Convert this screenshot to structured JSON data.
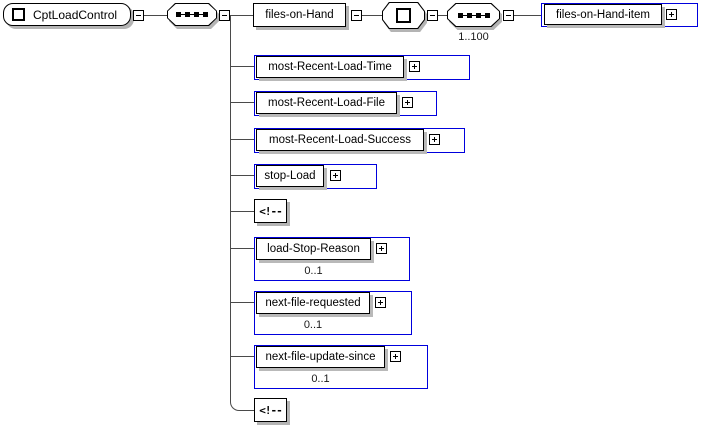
{
  "diagram": {
    "root": {
      "label": "CptLoadControl"
    },
    "compositors": {
      "root_sequence": "sequence",
      "files_on_hand_model": "model-group",
      "files_on_hand_sequence": "sequence",
      "files_on_hand_sequence_occurs": "1..100"
    },
    "elements": {
      "files_on_hand": {
        "label": "files-on-Hand"
      },
      "files_on_hand_item": {
        "label": "files-on-Hand-item"
      },
      "most_recent_load_time": {
        "label": "most-Recent-Load-Time"
      },
      "most_recent_load_file": {
        "label": "most-Recent-Load-File"
      },
      "most_recent_load_success": {
        "label": "most-Recent-Load-Success"
      },
      "stop_load": {
        "label": "stop-Load"
      },
      "comment_1": {
        "label": "<!--"
      },
      "load_stop_reason": {
        "label": "load-Stop-Reason",
        "occurs": "0..1"
      },
      "next_file_requested": {
        "label": "next-file-requested",
        "occurs": "0..1"
      },
      "next_file_update_since": {
        "label": "next-file-update-since",
        "occurs": "0..1"
      },
      "comment_2": {
        "label": "<!--"
      }
    },
    "colors": {
      "optional_frame_blue": "#0000dd",
      "element_border": "#000000",
      "shadow_gray": "#b4b4b4",
      "connector_gray": "#4a4a4a",
      "background": "#ffffff"
    }
  }
}
